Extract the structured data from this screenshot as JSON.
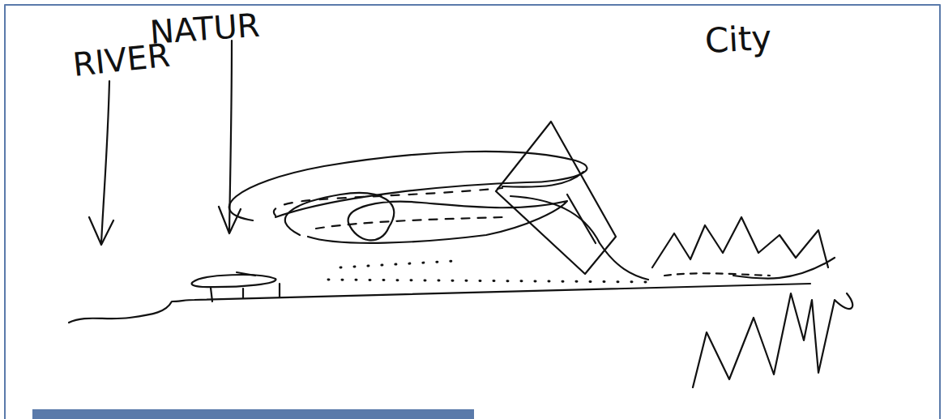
{
  "diagram": {
    "labels": [
      "RIVER",
      "NATUR",
      "City"
    ]
  }
}
